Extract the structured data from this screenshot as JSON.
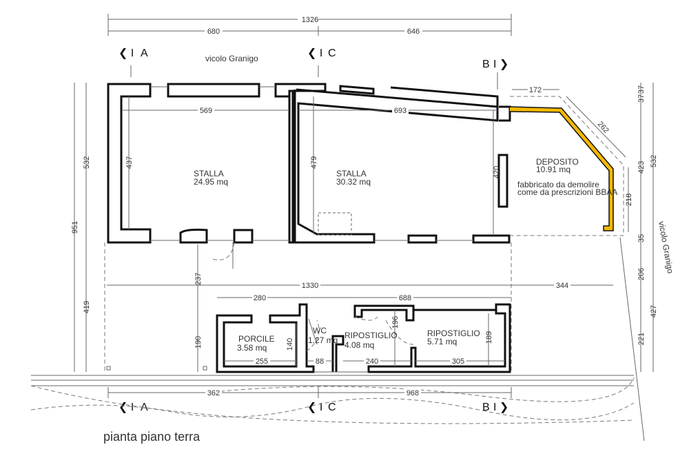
{
  "title": "pianta piano terra",
  "street_labels": {
    "top": "vicolo Granigo",
    "right": "vicolo Granigo"
  },
  "sections": {
    "a": "A",
    "b": "B",
    "c": "C"
  },
  "rooms": {
    "stalla1": {
      "name": "STALLA",
      "area": "24.95 mq"
    },
    "stalla2": {
      "name": "STALLA",
      "area": "30.32 mq"
    },
    "deposito": {
      "name": "DEPOSITO",
      "area": "10.91 mq",
      "note1": "fabbricato da demolire",
      "note2": "come da prescrizioni BBAA"
    },
    "porcile": {
      "name": "PORCILE",
      "area": "3.58 mq"
    },
    "wc": {
      "name": "WC",
      "area": "1.27 mq"
    },
    "ripostiglio1": {
      "name": "RIPOSTIGLIO",
      "area": "4.08 mq"
    },
    "ripostiglio2": {
      "name": "RIPOSTIGLIO",
      "area": "5.71 mq"
    }
  },
  "dimensions": {
    "total_top": "1326",
    "top_left": "680",
    "top_right": "646",
    "stalla1_w": "569",
    "stalla2_w": "693",
    "stalla1_h": "437",
    "stalla2_h": "479",
    "stalla2_h2": "420",
    "dep_top": "172",
    "dep_diag": "262",
    "dep_side": "218",
    "left_total": "951",
    "left_upper": "532",
    "left_lower": "419",
    "yard_h": "237",
    "yard_w": "1330",
    "yard_right": "344",
    "low_left": "280",
    "low_right": "688",
    "porcile_w": "255",
    "porcile_h": "140",
    "wc_w": "88",
    "rip1_w": "240",
    "rip1_h": "196",
    "rip2_w": "305",
    "rip2_h": "189",
    "low_h": "190",
    "right_a": "37",
    "right_b": "37",
    "right_c": "423",
    "right_d": "35",
    "right_e": "206",
    "right_f": "221",
    "right_upper": "532",
    "right_lower": "427",
    "bottom_left": "362",
    "bottom_right": "968"
  },
  "colors": {
    "demolition": "#f5b800",
    "walls": "#111111"
  }
}
